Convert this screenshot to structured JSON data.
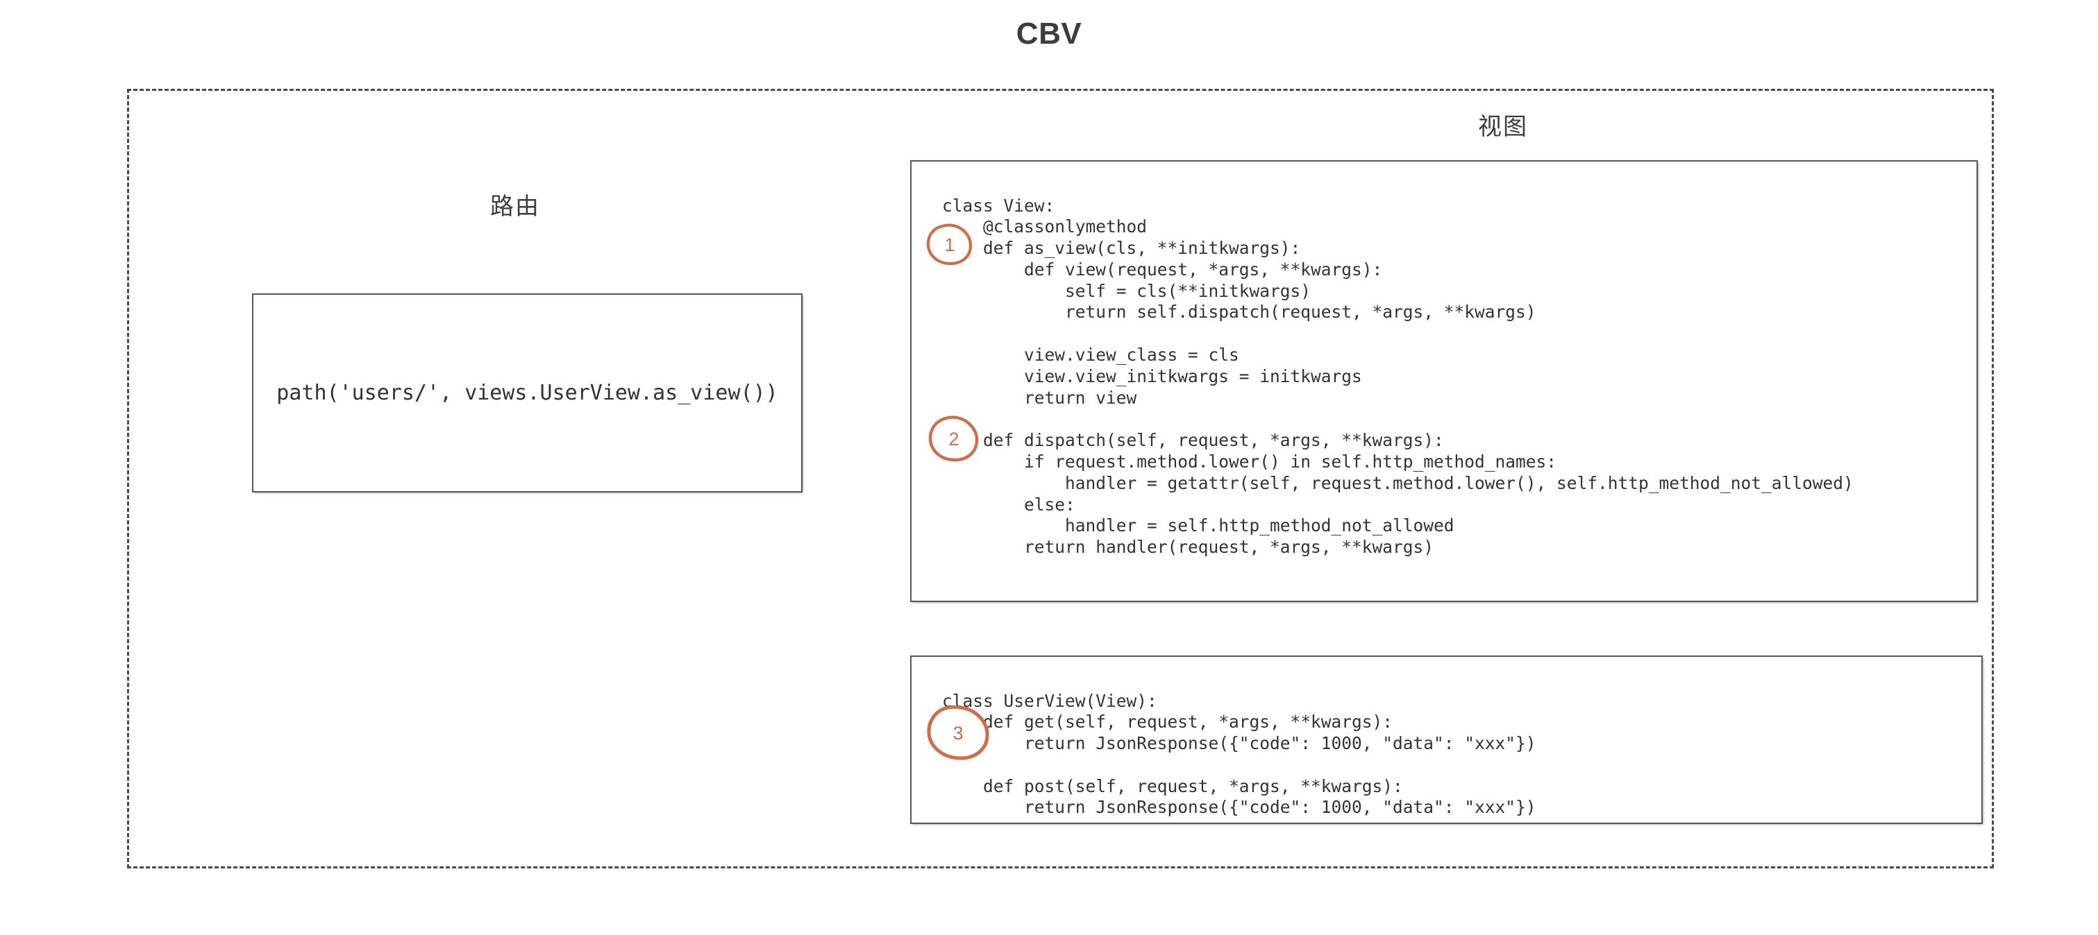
{
  "page": {
    "title": "CBV",
    "background_color": "#ffffff",
    "accent_color": "#cf6d4a",
    "border_color": "#555555",
    "frame_border_color": "#4a4a4a",
    "text_color": "#333333"
  },
  "sections": {
    "route": {
      "caption": "路由",
      "code": "path('users/', views.UserView.as_view())"
    },
    "view": {
      "caption": "视图",
      "blocks": [
        {
          "id": "view-class",
          "code": "class View:\n    @classonlymethod\n    def as_view(cls, **initkwargs):\n        def view(request, *args, **kwargs):\n            self = cls(**initkwargs)\n            return self.dispatch(request, *args, **kwargs)\n\n        view.view_class = cls\n        view.view_initkwargs = initkwargs\n        return view\n\n    def dispatch(self, request, *args, **kwargs):\n        if request.method.lower() in self.http_method_names:\n            handler = getattr(self, request.method.lower(), self.http_method_not_allowed)\n        else:\n            handler = self.http_method_not_allowed\n        return handler(request, *args, **kwargs)"
        },
        {
          "id": "userview-class",
          "code": "class UserView(View):\n    def get(self, request, *args, **kwargs):\n        return JsonResponse({\"code\": 1000, \"data\": \"xxx\"})\n\n    def post(self, request, *args, **kwargs):\n        return JsonResponse({\"code\": 1000, \"data\": \"xxx\"})"
        }
      ]
    }
  },
  "annotations": [
    {
      "id": "annotation-1",
      "label": "1"
    },
    {
      "id": "annotation-2",
      "label": "2"
    },
    {
      "id": "annotation-3",
      "label": "3"
    }
  ]
}
